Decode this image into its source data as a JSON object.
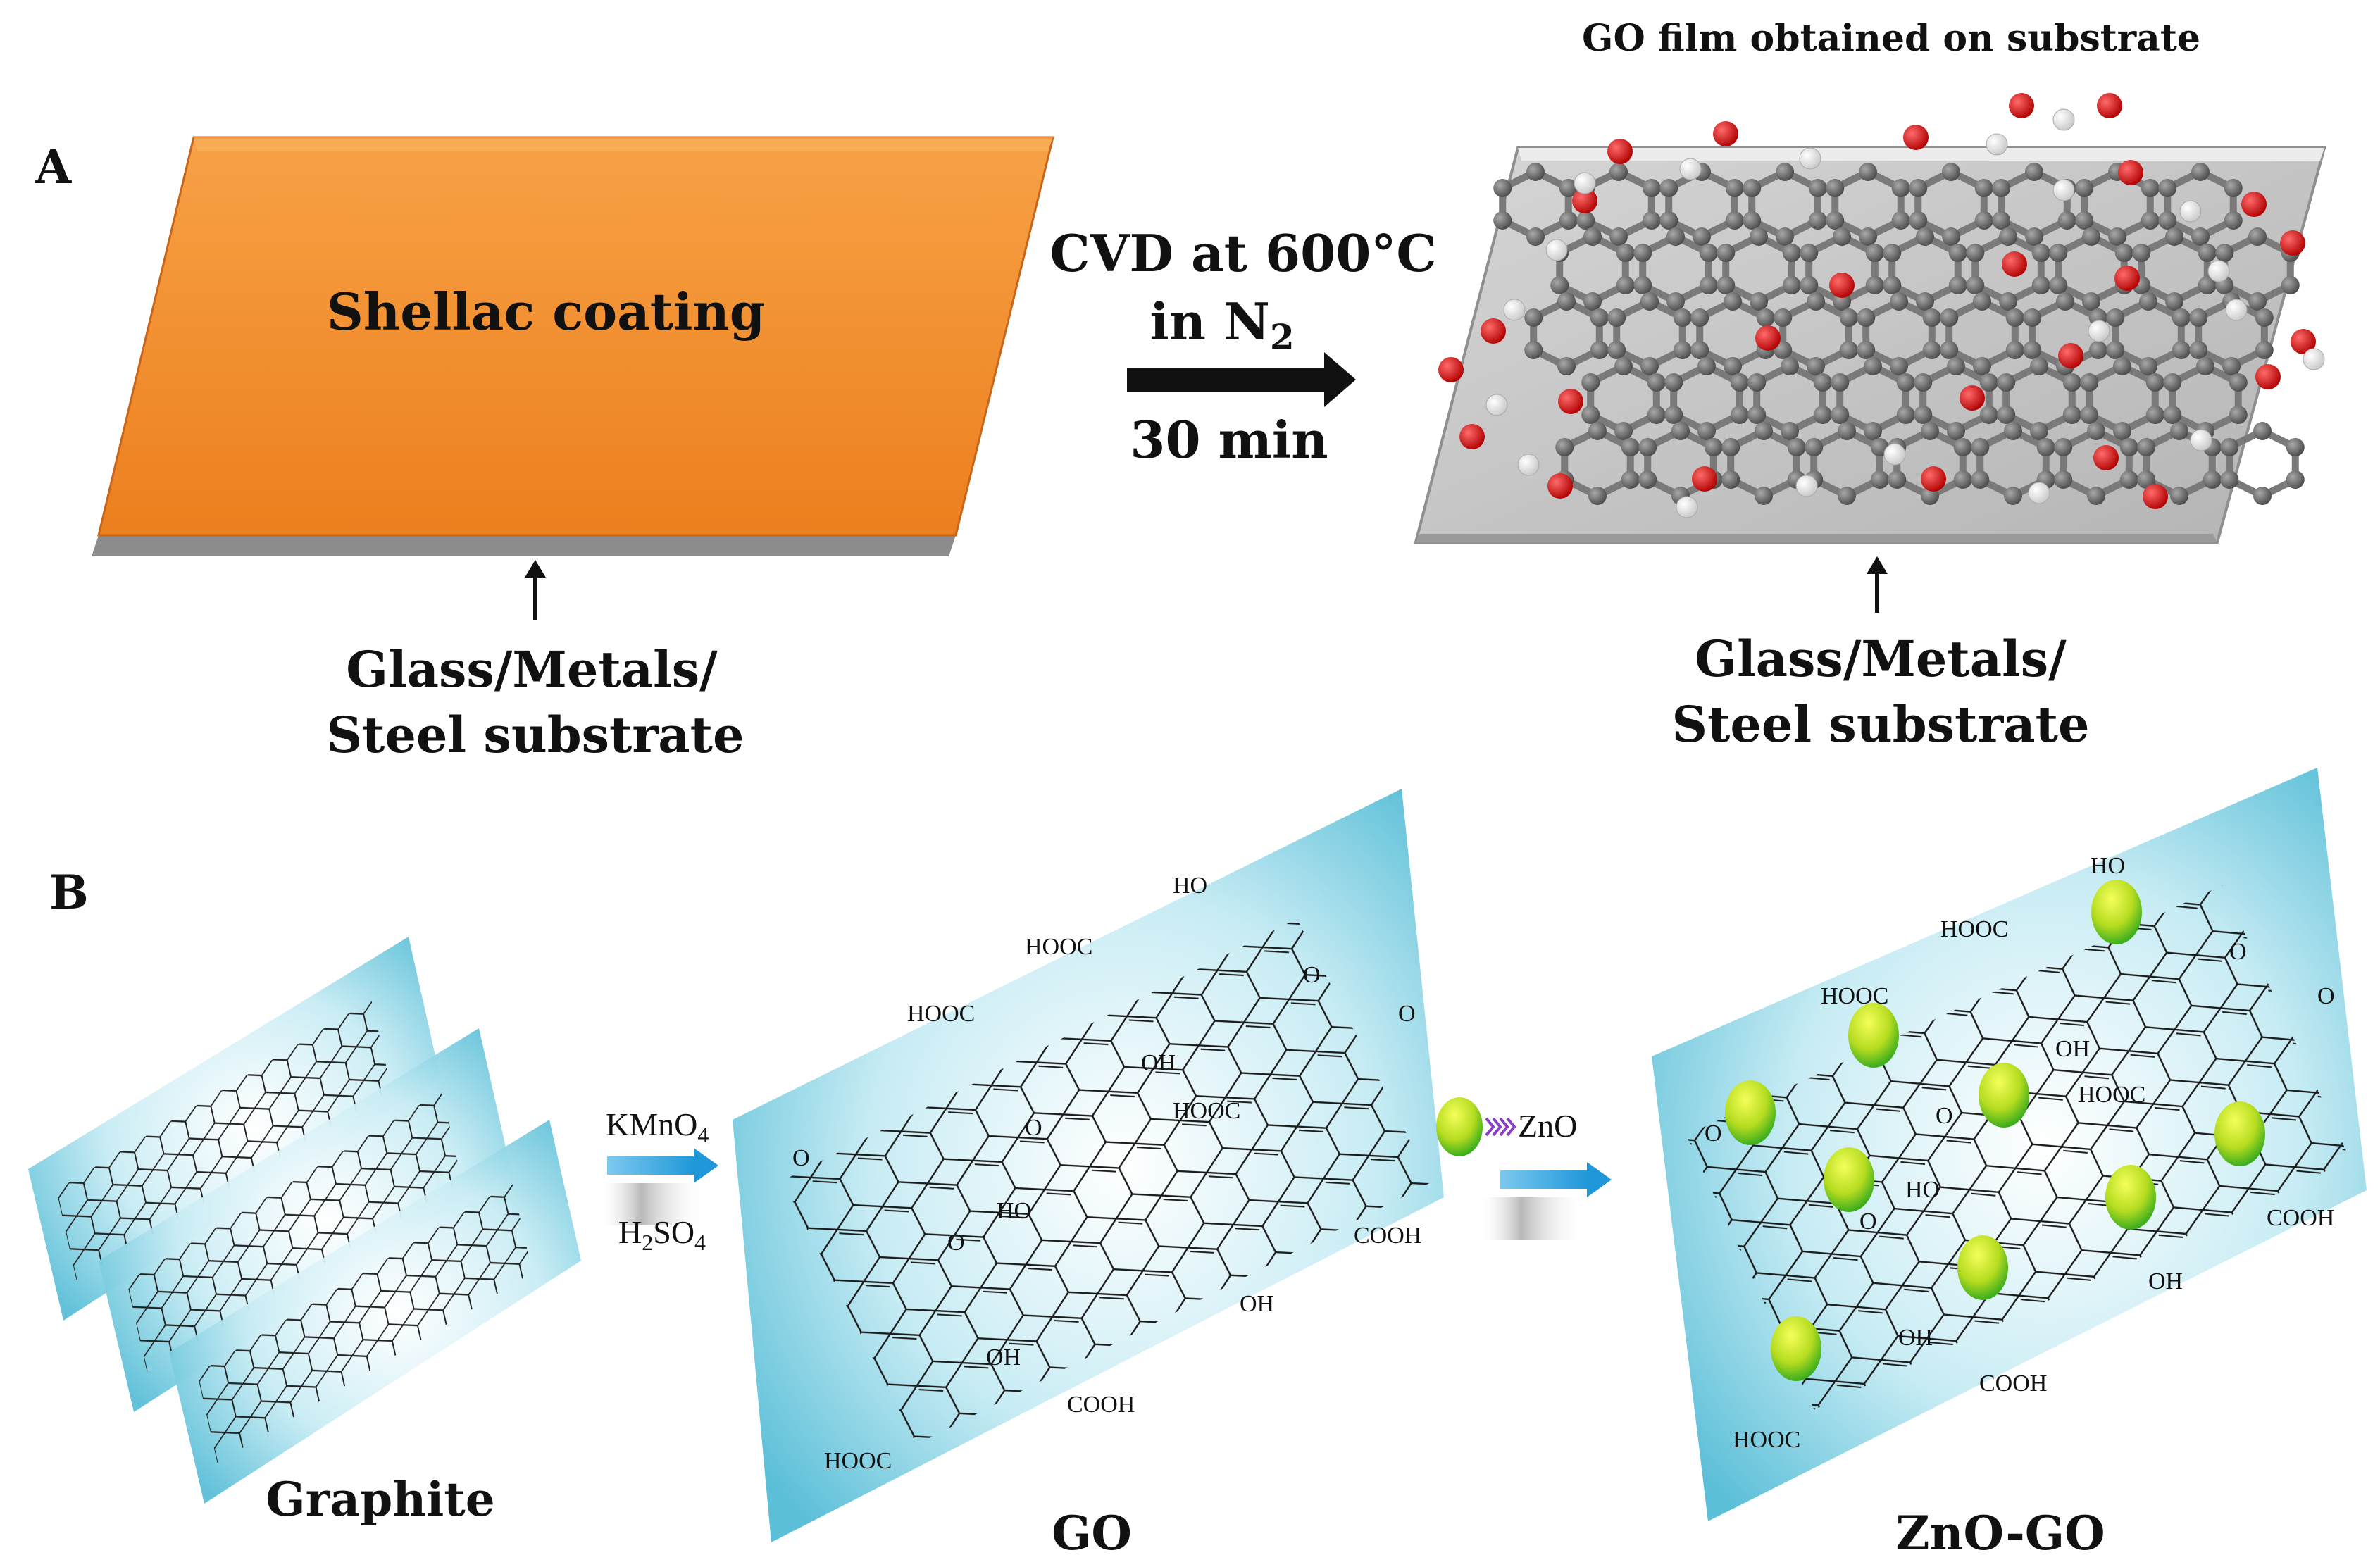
{
  "panel_a": {
    "letter": "A",
    "coating_label": "Shellac coating",
    "process_line1": "CVD at 600°C",
    "process_line2_prefix": "in N",
    "process_line2_sub": "2",
    "process_time": "30 min",
    "film_title": "GO film obtained on substrate",
    "substrate_left_line1": "Glass/Metals/",
    "substrate_left_line2": "Steel substrate",
    "substrate_right_line1": "Glass/Metals/",
    "substrate_right_line2": "Steel substrate",
    "colors": {
      "shellac": "#f28a2a",
      "substrate": "#bfbfbf",
      "oxygen_atom": "#d01818",
      "carbon_atom": "#6e6e6e",
      "hydrogen_atom": "#ffffff"
    }
  },
  "panel_b": {
    "letter": "B",
    "graphite_label": "Graphite",
    "go_label": "GO",
    "zno_go_label": "ZnO-GO",
    "reagent_top": "KMnO",
    "reagent_top_sub": "4",
    "reagent_bottom_prefix": "H",
    "reagent_bottom_sub1": "2",
    "reagent_bottom_mid": "SO",
    "reagent_bottom_sub2": "4",
    "zno_label": "ZnO",
    "go_groups": {
      "ho_top": "HO",
      "hooc_1": "HOOC",
      "hooc_2": "HOOC",
      "o_epoxy": "O",
      "o_ketone_right": "O",
      "oh_1": "OH",
      "hooc_3": "HOOC",
      "o_center": "O",
      "o_left": "O",
      "ho_mid": "HO",
      "cooh_right": "COOH",
      "o_bottom": "O",
      "oh_2": "OH",
      "oh_3": "OH",
      "cooh_bottom": "COOH",
      "hooc_bottom": "HOOC"
    },
    "zno_groups": {
      "ho_top": "HO",
      "hooc_1": "HOOC",
      "hooc_2": "HOOC",
      "o_epoxy": "O",
      "o_ketone_right": "O",
      "oh_1": "OH",
      "o_center": "O",
      "hooc_3": "HOOC",
      "o_left": "O",
      "ho_mid": "HO",
      "cooh_right": "COOH",
      "o_bottom": "O",
      "oh_2": "OH",
      "oh_3": "OH",
      "cooh_bottom": "COOH",
      "hooc_bottom": "HOOC"
    },
    "colors": {
      "sheet": "#7fcde0",
      "arrow": "#35a9e3",
      "zno_particle": "#c8e62a",
      "zno_arrow": "#8a3fc4"
    }
  }
}
